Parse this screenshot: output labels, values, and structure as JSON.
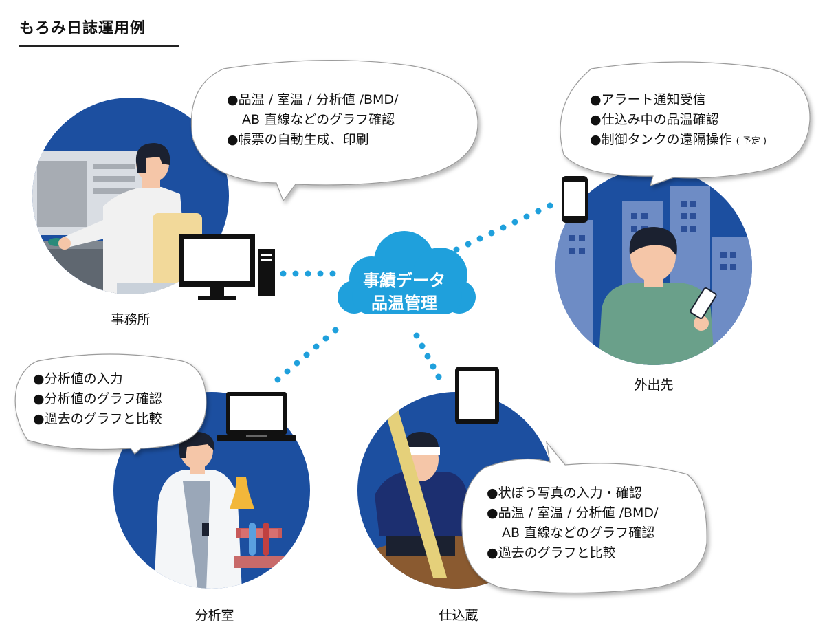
{
  "title": "もろみ日誌運用例",
  "cloud": {
    "line1": "事績データ",
    "line2": "品温管理"
  },
  "office": {
    "label": "事務所",
    "bullets": [
      "●品温 / 室温 / 分析値 /BMD/",
      "AB 直線などのグラフ確認",
      "●帳票の自動生成、印刷"
    ]
  },
  "remote": {
    "label": "外出先",
    "bullets": [
      "●アラート通知受信",
      "●仕込み中の品温確認"
    ],
    "last_bullet": "●制御タンクの遠隔操作",
    "last_note": "( 予定 )"
  },
  "lab": {
    "label": "分析室",
    "bullets": [
      "●分析値の入力",
      "●分析値のグラフ確認",
      "●過去のグラフと比較"
    ]
  },
  "brewery": {
    "label": "仕込蔵",
    "bullets": [
      "●状ぼう写真の入力・確認",
      "●品温 / 室温 / 分析値 /BMD/",
      "AB 直線などのグラフ確認",
      "●過去のグラフと比較"
    ]
  },
  "colors": {
    "circle": "#1c4fa0",
    "cloud": "#1fa0dc",
    "dots": "#1fa0dc",
    "bubble_stroke": "#999999",
    "device": "#111111"
  }
}
